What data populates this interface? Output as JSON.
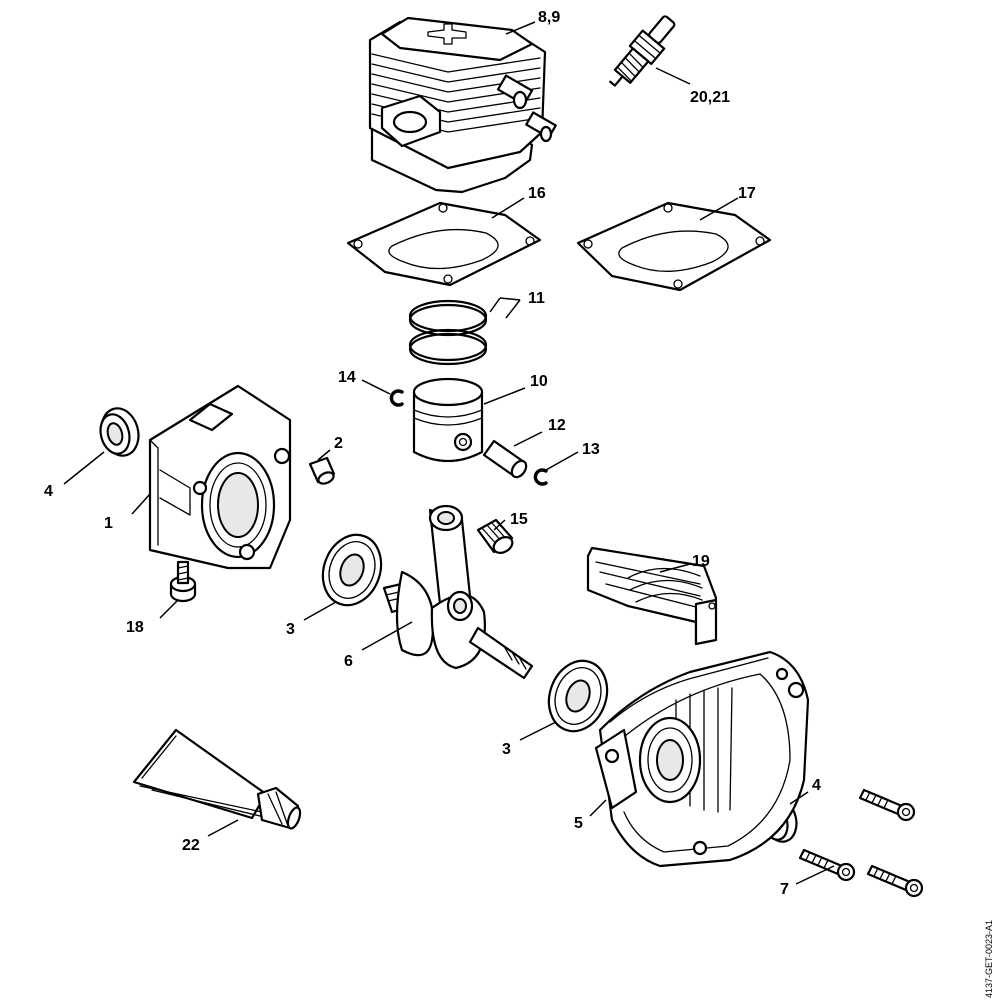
{
  "diagram": {
    "callouts": {
      "c1": "1",
      "c2": "2",
      "c3a": "3",
      "c3b": "3",
      "c4a": "4",
      "c4b": "4",
      "c5": "5",
      "c6": "6",
      "c7": "7",
      "c89": "8,9",
      "c10": "10",
      "c11": "11",
      "c12": "12",
      "c13": "13",
      "c14": "14",
      "c15": "15",
      "c16": "16",
      "c17": "17",
      "c18": "18",
      "c19": "19",
      "c2021": "20,21",
      "c22": "22"
    },
    "document_id": "4137-GET-0023-A1"
  }
}
